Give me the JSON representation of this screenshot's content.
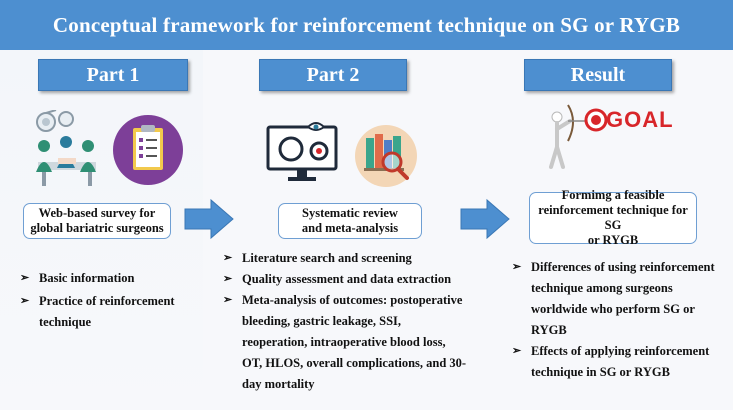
{
  "title": "Conceptual framework for reinforcement technique on SG or RYGB",
  "columns": [
    {
      "header": "Part 1",
      "caption_lines": [
        "Web-based survey for",
        "global bariatric surgeons"
      ],
      "items": [
        "Basic information",
        "Practice of reinforcement technique"
      ],
      "icons": [
        "surgery-team-icon",
        "checklist-clipboard-icon"
      ]
    },
    {
      "header": "Part 2",
      "caption_lines": [
        "Systematic review",
        "and meta-analysis"
      ],
      "items": [
        "Literature search and screening",
        "Quality assessment and data extraction",
        "Meta-analysis of outcomes: postoperative bleeding, gastric leakage, SSI, reoperation, intraoperative blood loss, OT, HLOS, overall complications, and 30-day mortality"
      ],
      "icons": [
        "monitor-analysis-icon",
        "books-magnifier-icon"
      ]
    },
    {
      "header": "Result",
      "caption_lines": [
        "Formimg a feasible",
        "reinforcement technique for SG",
        "or RYGB"
      ],
      "items": [
        "Differences of using reinforcement technique among surgeons worldwide who perform SG or RYGB",
        "Effects of applying reinforcement technique in SG or RYGB"
      ],
      "icons": [
        "goal-archer-icon"
      ],
      "goal_word": "GOAL"
    }
  ],
  "colors": {
    "header_blue": "#4d8fd0",
    "border_blue": "#6f9fd3",
    "arrow_blue": "#4d8fd0",
    "goal_red": "#d8262a"
  }
}
